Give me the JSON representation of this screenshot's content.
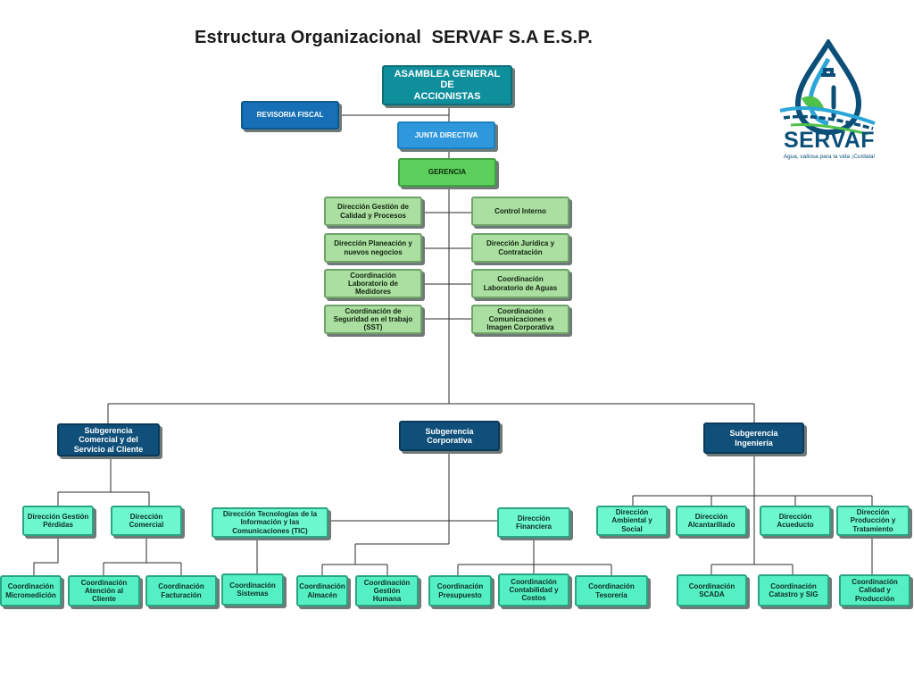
{
  "title": "Estructura Organizacional  SERVAF S.A E.S.P.",
  "logo": {
    "name": "SERVAF",
    "tagline": "Agua, valiosa para la vida ¡Cuídala!",
    "icon": "water-drop-logo",
    "colors": {
      "blue": "#0b4f79",
      "light_blue": "#2aa6d8",
      "green": "#4fc14b"
    }
  },
  "colors": {
    "line": "#2b2b2b",
    "asamblea": "#0f8f9c",
    "revisoria": "#176fb5",
    "junta": "#2f97dc",
    "gerencia": "#5ccf5c",
    "staff": "#abdea1",
    "subgerencia": "#0f4f79",
    "coordinacion": "#55efc4"
  },
  "org": {
    "asamblea": "ASAMBLEA GENERAL DE\nACCIONISTAS",
    "revisoria": "REVISORIA FISCAL",
    "junta": "JUNTA DIRECTIVA",
    "gerencia": "GERENCIA",
    "staff_left": [
      "Dirección Gestión de\nCalidad y Procesos",
      "Dirección Planeación y\nnuevos negocios",
      "Coordinación\nLaboratorio de\nMedidores",
      "Coordinación de\nSeguridad en el trabajo\n(SST)"
    ],
    "staff_right": [
      "Control Interno",
      "Dirección Jurídica y\nContratación",
      "Coordinación\nLaboratorio de Aguas",
      "Coordinación\nComunicaciones e\nImagen Corporativa"
    ],
    "sub_comercial": {
      "name": "Subgerencia\nComercial y del\nServicio al Cliente",
      "perdidas": {
        "name": "Dirección Gestión\nPérdidas",
        "children": [
          "Coordinación\nMicromedición"
        ]
      },
      "comercial": {
        "name": "Dirección\nComercial",
        "children": [
          "Coordinación\nAtención al Cliente",
          "Coordinación\nFacturación"
        ]
      }
    },
    "sub_corporativa": {
      "name": "Subgerencia\nCorporativa",
      "tic": {
        "name": "Dirección Tecnologías de la\nInformación y las\nComunicaciones (TIC)",
        "children": [
          "Coordinación\nSistemas"
        ]
      },
      "coord_direct": [
        "Coordinación\nAlmacén",
        "Coordinación\nGestión Humana"
      ],
      "financiera": {
        "name": "Dirección\nFinanciera",
        "children": [
          "Coordinación\nPresupuesto",
          "Coordinación\nContabilidad y\nCostos",
          "Coordinación\nTesorería"
        ]
      }
    },
    "sub_ingenieria": {
      "name": "Subgerencia\nIngeniería",
      "directions": [
        "Dirección\nAmbiental y Social",
        "Dirección\nAlcantarillado",
        "Dirección\nAcueducto",
        "Dirección\nProducción y\nTratamiento"
      ],
      "coord_direct": [
        "Coordinación\nSCADA",
        "Coordinación\nCatastro y SIG"
      ],
      "produccion_children": [
        "Coordinación\nCalidad y\nProducción"
      ]
    }
  }
}
